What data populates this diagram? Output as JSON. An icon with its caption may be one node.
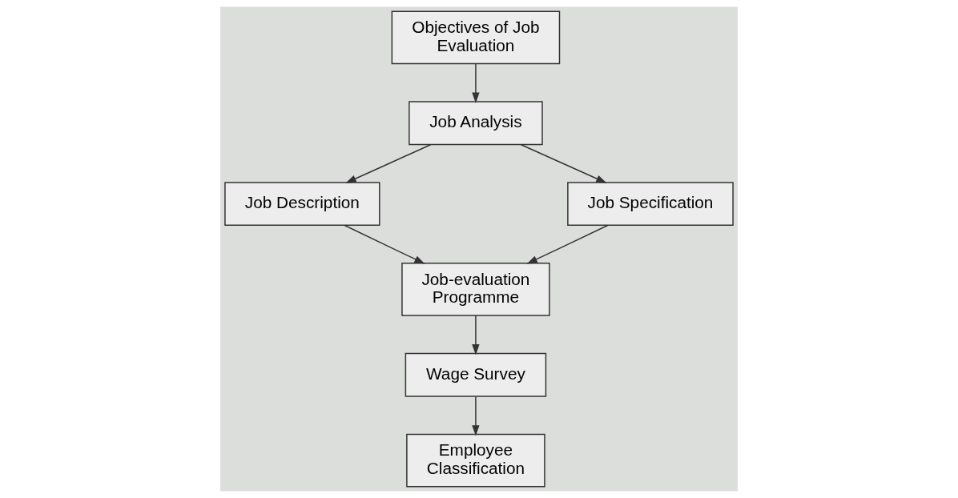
{
  "diagram": {
    "nodes": [
      {
        "text": [
          "Objectives of Job Evaluation"
        ]
      },
      {
        "text": [
          "Job Analysis"
        ]
      },
      {
        "text": [
          "Job Description"
        ]
      },
      {
        "text": [
          "Job Specification"
        ]
      },
      {
        "text": [
          "Job-evaluation Programme"
        ]
      },
      {
        "text": [
          "Wage Survey"
        ]
      },
      {
        "text": [
          "Employee Classification"
        ]
      }
    ],
    "edges": [
      {
        "from": 0,
        "to": 1,
        "arrow": "to"
      },
      {
        "from": 1,
        "to": 2,
        "arrow": "to"
      },
      {
        "from": 1,
        "to": 3,
        "arrow": "to"
      },
      {
        "from": 2,
        "to": 4,
        "arrow": "to"
      },
      {
        "from": 3,
        "to": 4,
        "arrow": "to"
      },
      {
        "from": 4,
        "to": 5,
        "arrow": "to"
      },
      {
        "from": 5,
        "to": 6,
        "arrow": "to"
      }
    ]
  }
}
